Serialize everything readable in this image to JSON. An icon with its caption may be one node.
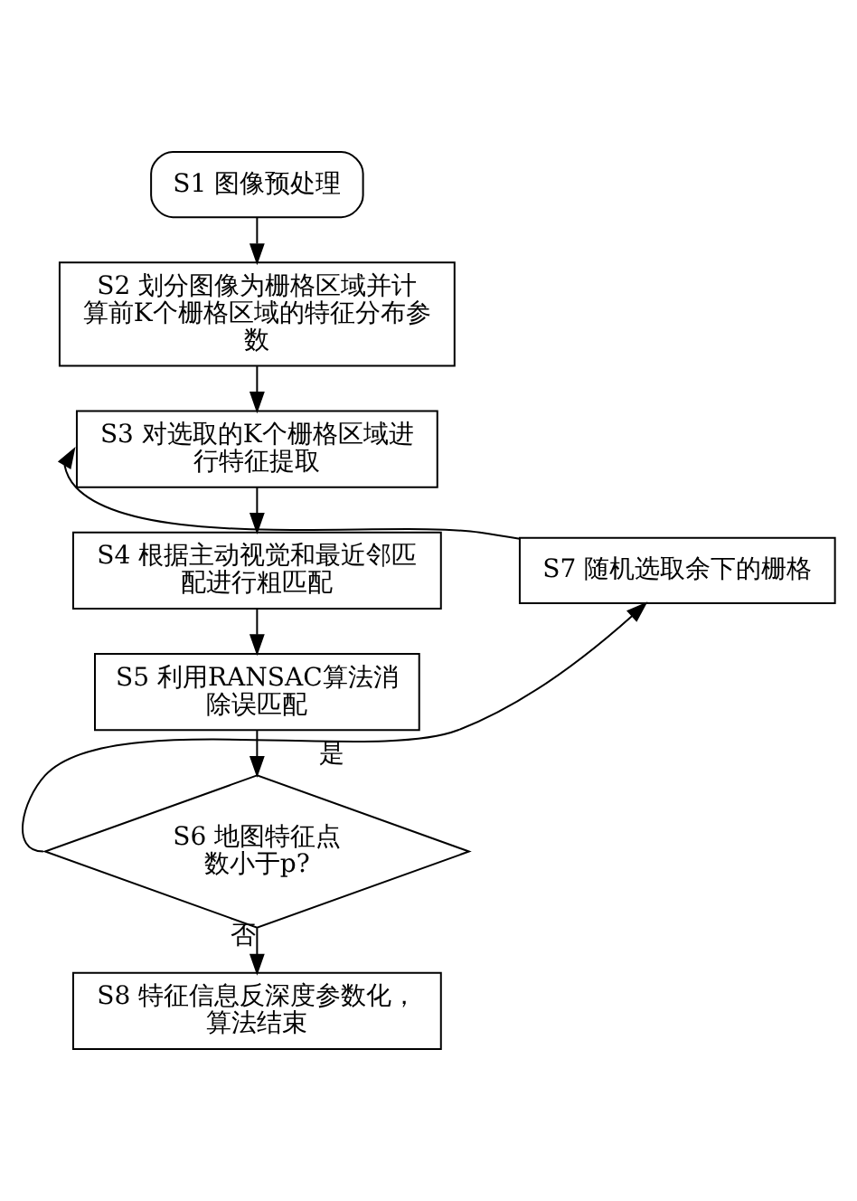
{
  "diagram": {
    "nodes": [
      {
        "text": [
          "S1 图像预处理"
        ]
      },
      {
        "text": [
          "S2 划分图像为栅格区域并计算前K个栅格区域的特征分布参数"
        ]
      },
      {
        "text": [
          "S3 对选取的K个栅格区域进行特征提取"
        ]
      },
      {
        "text": [
          "S4 根据主动视觉和最近邻匹配进行粗匹配"
        ]
      },
      {
        "text": [
          "S5 利用RANSAC算法消除误匹配"
        ]
      },
      {
        "text": [
          "S6 地图特征点数小于p?"
        ]
      },
      {
        "text": [
          "S7 随机选取余下的栅格"
        ]
      },
      {
        "text": [
          "S8 特征信息反深度参数化，算法结束"
        ]
      }
    ],
    "edges": [
      {
        "from": 0,
        "to": 1,
        "arrow": "to"
      },
      {
        "from": 1,
        "to": 2,
        "arrow": "to"
      },
      {
        "from": 2,
        "to": 3,
        "arrow": "to"
      },
      {
        "from": 3,
        "to": 4,
        "arrow": "to"
      },
      {
        "from": 4,
        "to": 5,
        "arrow": "to"
      },
      {
        "from": 5,
        "to": 6,
        "arrow": "to",
        "label": "是"
      },
      {
        "from": 6,
        "to": 2,
        "arrow": "to"
      },
      {
        "from": 5,
        "to": 7,
        "arrow": "to",
        "label": "否"
      }
    ]
  }
}
